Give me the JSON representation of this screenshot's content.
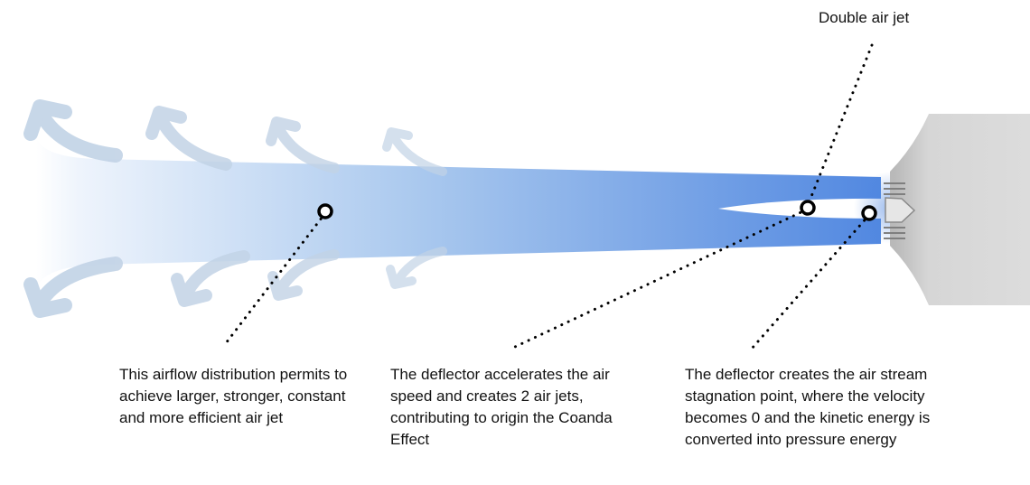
{
  "labels": {
    "double_air_jet": "Double air jet",
    "airflow_distribution": "This airflow distribution permits to achieve larger, stronger, constant and more efficient air jet",
    "deflector_accelerates": "The deflector accelerates the air speed and creates 2 air jets, contributing to origin the Coanda Effect",
    "stagnation_point": "The deflector creates the air stream stagnation point, where the velocity becomes 0 and the kinetic energy is converted into pressure energy"
  },
  "colors": {
    "jet_light": "#eef4fc",
    "jet_mid": "#a9c8ee",
    "jet_dark": "#4f86e0",
    "arrow": "#c2d3e6",
    "unit_body": "#d8d8d8",
    "unit_shade": "#b0b0b0",
    "marker": "#000000"
  }
}
